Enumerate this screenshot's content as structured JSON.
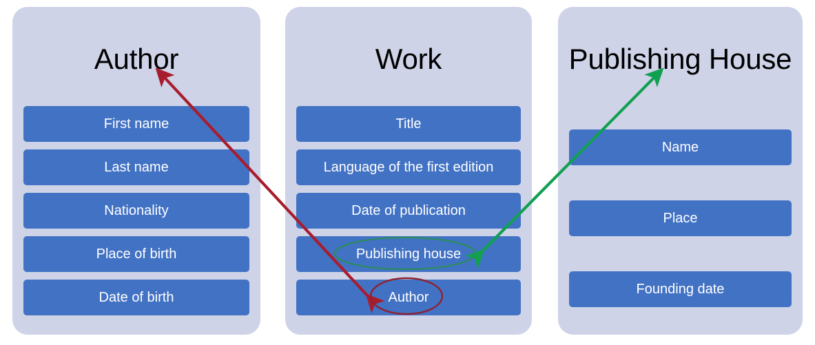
{
  "diagram": {
    "type": "entity-attribute-relationship",
    "background_color": "#ffffff",
    "card_color": "#ced3e8",
    "attribute_color": "#4272c4",
    "attribute_text_color": "#ffffff",
    "title_text_color": "#000000"
  },
  "entities": [
    {
      "id": "author",
      "title": "Author",
      "attributes": [
        {
          "label": "First name"
        },
        {
          "label": "Last name"
        },
        {
          "label": "Nationality"
        },
        {
          "label": "Place of birth"
        },
        {
          "label": "Date of birth"
        }
      ]
    },
    {
      "id": "work",
      "title": "Work",
      "attributes": [
        {
          "label": "Title"
        },
        {
          "label": "Language of the first edition"
        },
        {
          "label": "Date of publication"
        },
        {
          "label": "Publishing house"
        },
        {
          "label": "Author"
        }
      ]
    },
    {
      "id": "publishing-house",
      "title": "Publishing House",
      "attributes": [
        {
          "label": "Name"
        },
        {
          "label": "Place"
        },
        {
          "label": "Founding date"
        }
      ]
    }
  ],
  "annotations": [
    {
      "id": "author-link",
      "kind": "arrow-with-ellipse",
      "color": "#a81d2d",
      "highlighted_attribute": "Author",
      "from_entity": "work",
      "to_entity": "author",
      "to_target": "Author"
    },
    {
      "id": "publishing-house-link",
      "kind": "arrow-with-ellipse",
      "color": "#11a050",
      "highlighted_attribute": "Publishing house",
      "from_entity": "work",
      "to_entity": "publishing-house",
      "to_target": "Publishing House"
    }
  ]
}
